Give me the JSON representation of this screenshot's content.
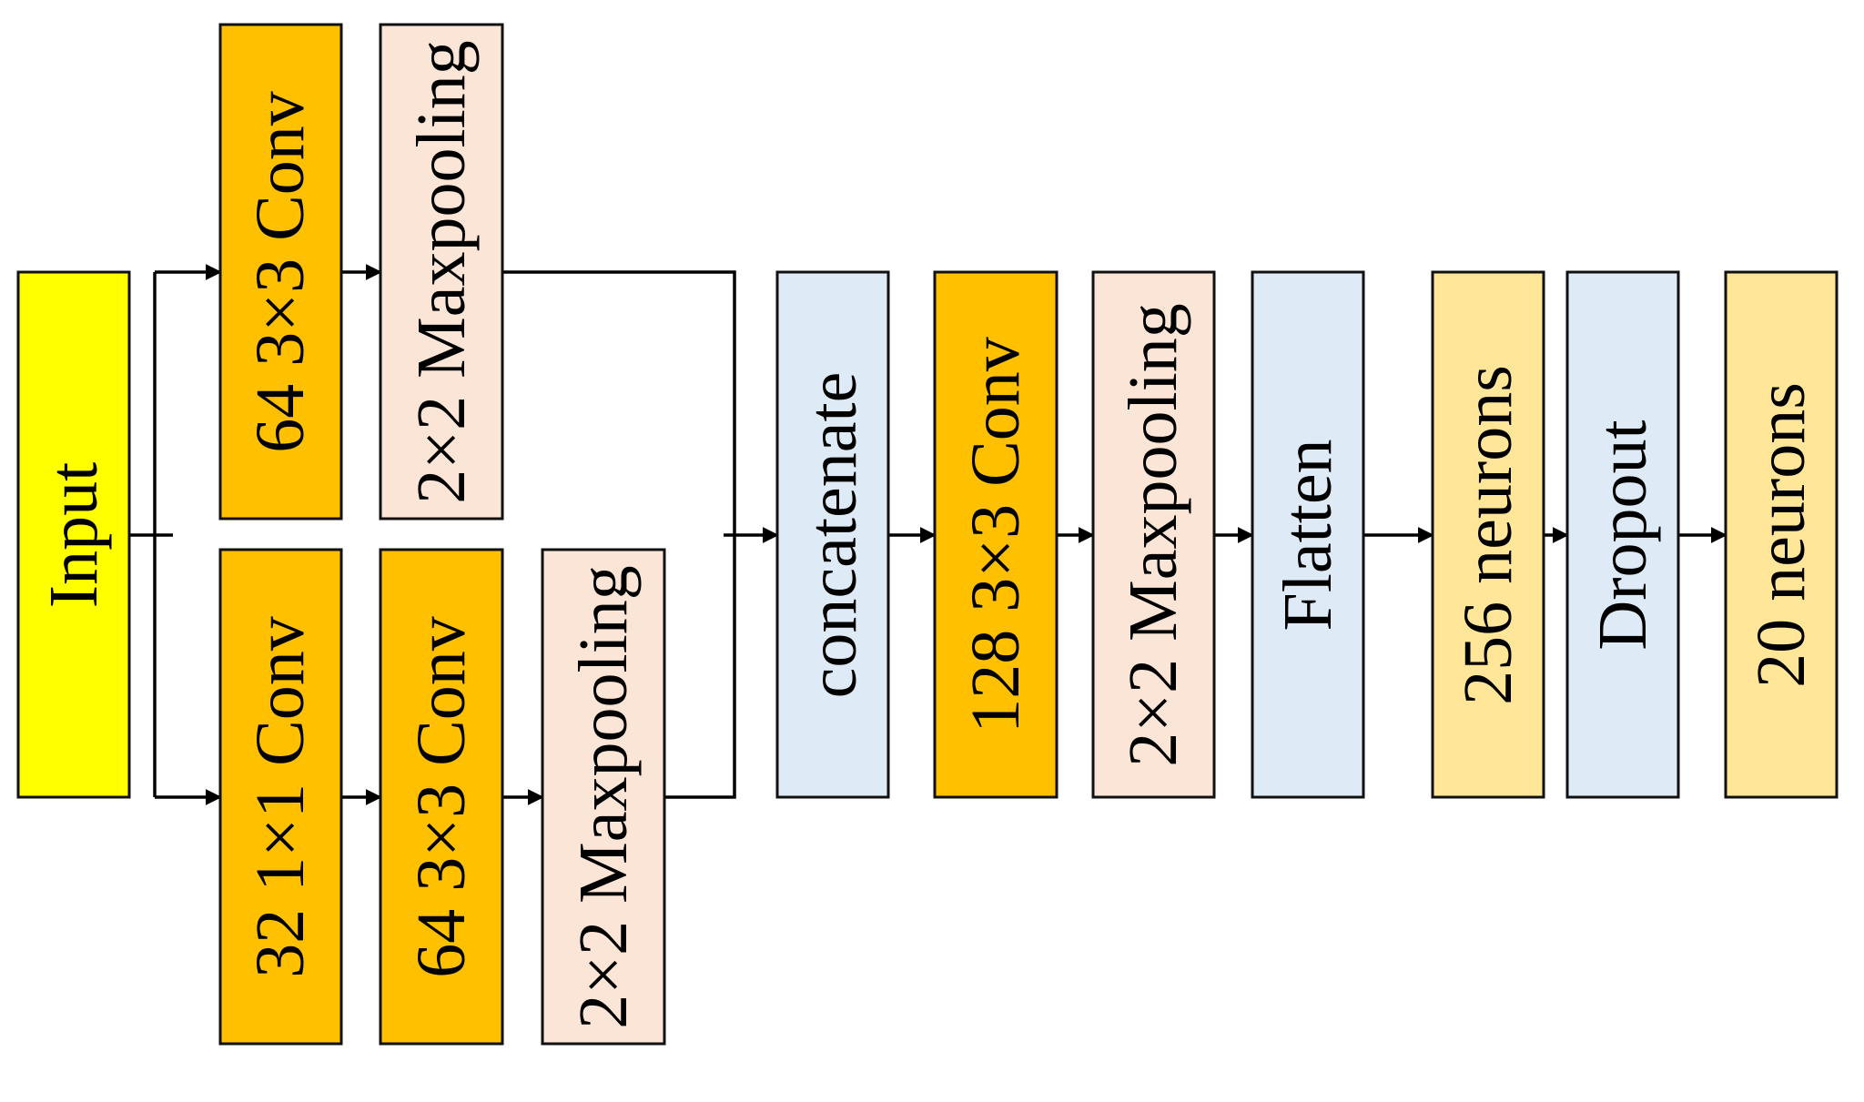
{
  "colors": {
    "input": "#FFFF00",
    "conv": "#FFC000",
    "pool": "#FBE5D6",
    "blue": "#DEEBF7",
    "dense": "#FFE699",
    "stroke": "#111111",
    "edge": "#000000"
  },
  "nodes": {
    "input": "Input",
    "top_conv": "64 3×3 Conv",
    "top_pool": "2×2 Maxpooling",
    "bottom_conv1": "32 1×1 Conv",
    "bottom_conv2": "64 3×3 Conv",
    "bottom_pool": "2×2 Maxpooling",
    "concatenate": "concatenate",
    "conv128": "128 3×3 Conv",
    "pool2": "2×2 Maxpooling",
    "flatten": "Flatten",
    "dense256": "256 neurons",
    "dropout": "Dropout",
    "dense20": "20 neurons"
  }
}
